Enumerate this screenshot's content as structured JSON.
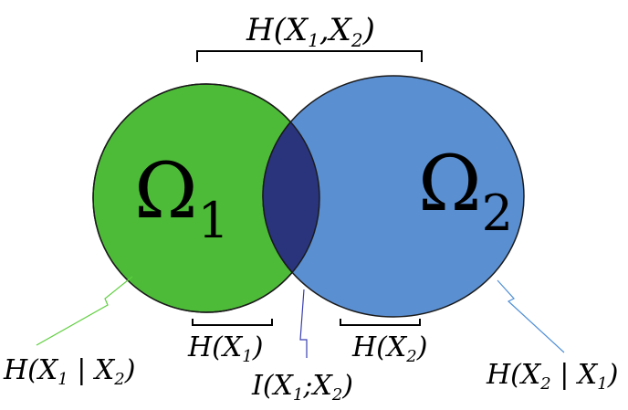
{
  "colors": {
    "omega1_fill": "#4dbb38",
    "omega2_fill": "#5a8fd2",
    "intersection_fill": "#2a347d",
    "outline": "#1b1b1b",
    "leader_left": "#5fcf3f",
    "leader_right": "#4f8fd6",
    "leader_mid": "#3a3fb0"
  },
  "regions": {
    "omega1": {
      "label": "Ω",
      "subscript": "1"
    },
    "omega2": {
      "label": "Ω",
      "subscript": "2"
    }
  },
  "labels": {
    "joint": {
      "pre": "H(X",
      "s1": "1",
      "mid": ",X",
      "s2": "2",
      "post": ")"
    },
    "h_x1": {
      "pre": "H(X",
      "s1": "1",
      "post": ")"
    },
    "h_x2": {
      "pre": "H(X",
      "s1": "2",
      "post": ")"
    },
    "cond_1_given_2": {
      "pre": "H(X",
      "s1": "1",
      "mid": " | X",
      "s2": "2",
      "post": ")"
    },
    "mutual": {
      "pre": "I(X",
      "s1": "1",
      "mid": ";X",
      "s2": "2",
      "post": ")"
    },
    "cond_2_given_1": {
      "pre": "H(X",
      "s1": "2",
      "mid": " | X",
      "s2": "1",
      "post": ")"
    }
  }
}
